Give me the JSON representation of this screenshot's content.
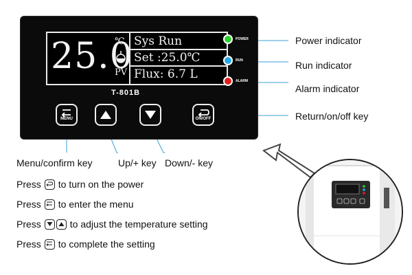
{
  "display": {
    "big_temp": "25.0",
    "unit_c": "℃",
    "unit_pv": "PV",
    "status": "Sys Run",
    "set_label": "Set",
    "set_value": ":25.0℃",
    "flux_label": "Flux:",
    "flux_value": "6.7 L"
  },
  "model": "T-801B",
  "leds": {
    "power_label": "POWER",
    "run_label": "RUN",
    "alarm_label": "ALARM",
    "power_color": "#2fd12f",
    "run_color": "#27a9e8",
    "alarm_color": "#e0201c"
  },
  "keys": {
    "menu_label": "MENU",
    "onoff_label": "ON/OFF"
  },
  "callouts": {
    "power": "Power indicator",
    "run": "Run indicator",
    "alarm": "Alarm indicator",
    "onoff": "Return/on/off key",
    "menu": "Menu/confirm key",
    "up": "Up/+ key",
    "down": "Down/- key"
  },
  "instructions": [
    {
      "prefix": "Press",
      "icon": "onoff-key-icon",
      "text": "to turn on the power"
    },
    {
      "prefix": "Press",
      "icon": "menu-key-icon",
      "text": "to enter the menu"
    },
    {
      "prefix": "Press",
      "icon": "down-up-key-icons",
      "text": "to adjust the temperature setting"
    },
    {
      "prefix": "Press",
      "icon": "menu-key-icon",
      "text": "to complete the setting"
    }
  ]
}
